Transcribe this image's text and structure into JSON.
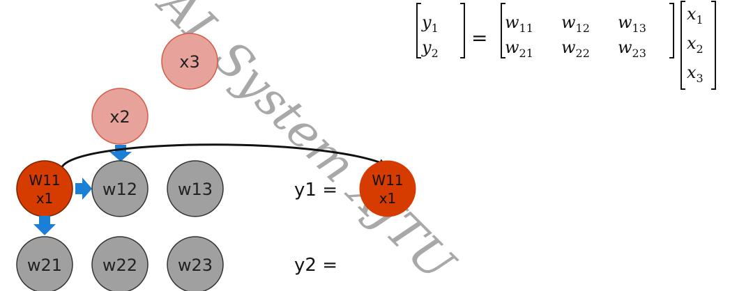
{
  "watermark": "AI_System XJTU",
  "matrix_equation": {
    "y_vector": [
      [
        "y",
        "1"
      ],
      [
        "y",
        "2"
      ]
    ],
    "equals": "=",
    "w_matrix": [
      [
        [
          "w",
          "11"
        ],
        [
          "w",
          "12"
        ],
        [
          "w",
          "13"
        ]
      ],
      [
        [
          "w",
          "21"
        ],
        [
          "w",
          "22"
        ],
        [
          "w",
          "23"
        ]
      ]
    ],
    "x_vector": [
      [
        "x",
        "1"
      ],
      [
        "x",
        "2"
      ],
      [
        "x",
        "3"
      ]
    ]
  },
  "inputs": {
    "x2": "x2",
    "x3": "x3"
  },
  "weights": {
    "w11": [
      "W11",
      "x1"
    ],
    "w12": "w12",
    "w13": "w13",
    "w21": "w21",
    "w22": "w22",
    "w23": "w23"
  },
  "outputs": {
    "y1_label": "y1 =",
    "y1_result": [
      "W11",
      "x1"
    ],
    "y2_label": "y2 ="
  },
  "colors": {
    "active": "#d63b00",
    "active_stroke": "#7a2200",
    "input": "#e8a29c",
    "input_stroke": "#d45a45",
    "weight": "#a0a0a0",
    "weight_stroke": "#333333",
    "arrow": "#1c7fd6",
    "curve": "#111111"
  }
}
